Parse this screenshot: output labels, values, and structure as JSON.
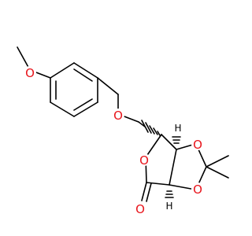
{
  "colors": {
    "background": "#ffffff",
    "bond": "#000000",
    "oxygen": "#e8141b"
  },
  "atoms": {
    "o_methoxy": "O",
    "o_ether": "O",
    "o_ring_left": "O",
    "o_dioxolane_top": "O",
    "o_dioxolane_bottom": "O",
    "o_carbonyl": "O",
    "h_top": "H",
    "h_bottom": "H"
  }
}
